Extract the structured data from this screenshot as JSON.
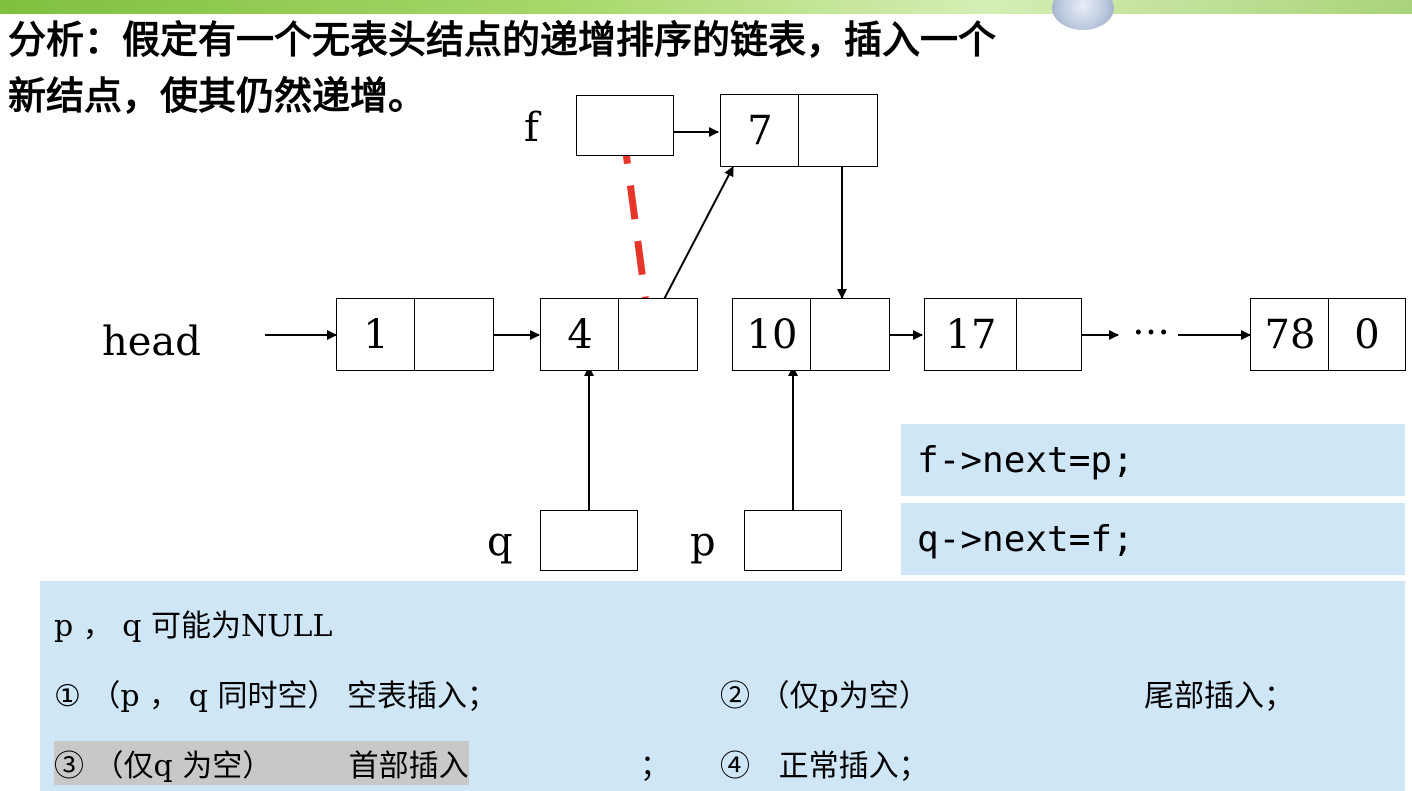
{
  "title": {
    "line1": "分析：假定有一个无表头结点的递增排序的链表，插入一个",
    "line2": "新结点，使其仍然递增。"
  },
  "labels": {
    "f": "f",
    "head": "head",
    "q": "q",
    "p": "p",
    "ellipsis": "…"
  },
  "new_node": {
    "value": "7"
  },
  "list_nodes": [
    {
      "value": "1"
    },
    {
      "value": "4"
    },
    {
      "value": "10"
    },
    {
      "value": "17"
    },
    {
      "value": "78",
      "next": "0"
    }
  ],
  "code": {
    "line1": "f->next=p;",
    "line2": "q->next=f;"
  },
  "notes": {
    "line1": "p ， q 可能为NULL",
    "line2_a": "① （p ， q 同时空） 空表插入；",
    "line2_b": "② （仅p为空）",
    "line2_c": "尾部插入；",
    "line3_a": "③ （仅q 为空）        首部插入",
    "line3_b": "；",
    "line3_c": "④   正常插入；"
  },
  "colors": {
    "dashed_arrow": "#e8352a",
    "code_bg": "#cfe6f7",
    "top_band": "#8cc84b"
  }
}
